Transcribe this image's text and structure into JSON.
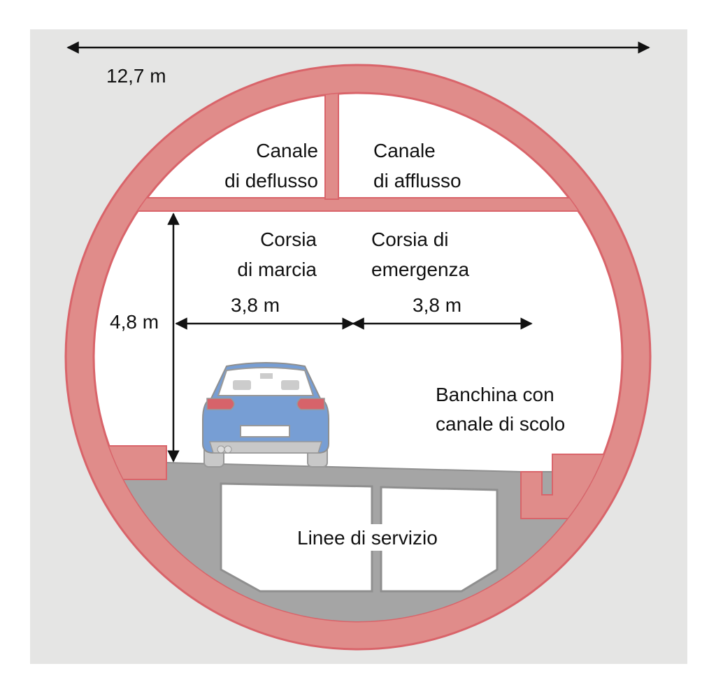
{
  "title": "Tunnel cross-section",
  "dimensions": {
    "width": "12,7 m",
    "height": "4,8 m",
    "lane_left": "3,8 m",
    "lane_right": "3,8 m"
  },
  "labels": {
    "outflow_channel": [
      "Canale",
      "di deflusso"
    ],
    "inflow_channel": [
      "Canale",
      "di afflusso"
    ],
    "driving_lane": [
      "Corsia",
      "di marcia"
    ],
    "emergency_lane": [
      "Corsia di",
      "emergenza"
    ],
    "shoulder": [
      "Banchina con",
      "canale di scolo"
    ],
    "service_lines": "Linee di servizio"
  },
  "colors": {
    "ring_fill": "#e08c8a",
    "ring_stroke": "#d9646a",
    "road": "#a5a5a5",
    "car": "#779ed4",
    "background": "#e5e5e4"
  }
}
